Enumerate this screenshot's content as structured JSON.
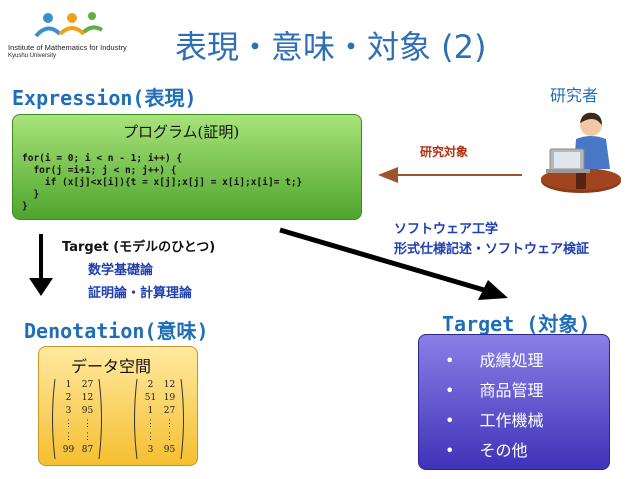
{
  "logo": {
    "line1": "Institute of Mathematics for Industry",
    "line2": "Kyushu University"
  },
  "title": "表現・意味・対象 (2)",
  "researcher_label": "研究者",
  "expression_heading": "Expression(表現)",
  "program_box": {
    "title": "プログラム(証明)",
    "code": [
      "for(i = 0; i < n - 1; i++) {",
      "  for(j =i+1; j < n; j++) {",
      "    if (x[j]<x[i]){t = x[j];x[j] = x[i];x[i]= t;}",
      "  }",
      "}"
    ]
  },
  "research_arrow_label": "研究対象",
  "target_arrow_labels": {
    "line1": "ソフトウェア工学",
    "line2": "形式仕様記述・ソフトウェア検証"
  },
  "denotation_arrow": {
    "label": "Target (モデルのひとつ)",
    "line1": "数学基礎論",
    "line2": "証明論・計算理論"
  },
  "denotation_heading": "Denotation(意味)",
  "data_space": {
    "title": "データ空間",
    "matrix_left": [
      [
        "1",
        "27"
      ],
      [
        "2",
        "12"
      ],
      [
        "3",
        "95"
      ],
      [
        "⋮",
        "⋮"
      ],
      [
        "⋮",
        "⋮"
      ],
      [
        "99",
        "87"
      ]
    ],
    "matrix_right": [
      [
        "2",
        "12"
      ],
      [
        "51",
        "19"
      ],
      [
        "1",
        "27"
      ],
      [
        "⋮",
        "⋮"
      ],
      [
        "⋮",
        "⋮"
      ],
      [
        "3",
        "95"
      ]
    ]
  },
  "target_heading": "Target (対象)",
  "target_items": [
    "成績処理",
    "商品管理",
    "工作機械",
    "その他"
  ],
  "bullet": "•",
  "colors": {
    "title_blue": "#2f6fb6",
    "heading_blue": "#1f6fb8",
    "arrow_brown": "#a0522d",
    "green_box": "#6cc041",
    "yellow_box": "#f5bf30",
    "purple_box": "#4e44c8"
  }
}
